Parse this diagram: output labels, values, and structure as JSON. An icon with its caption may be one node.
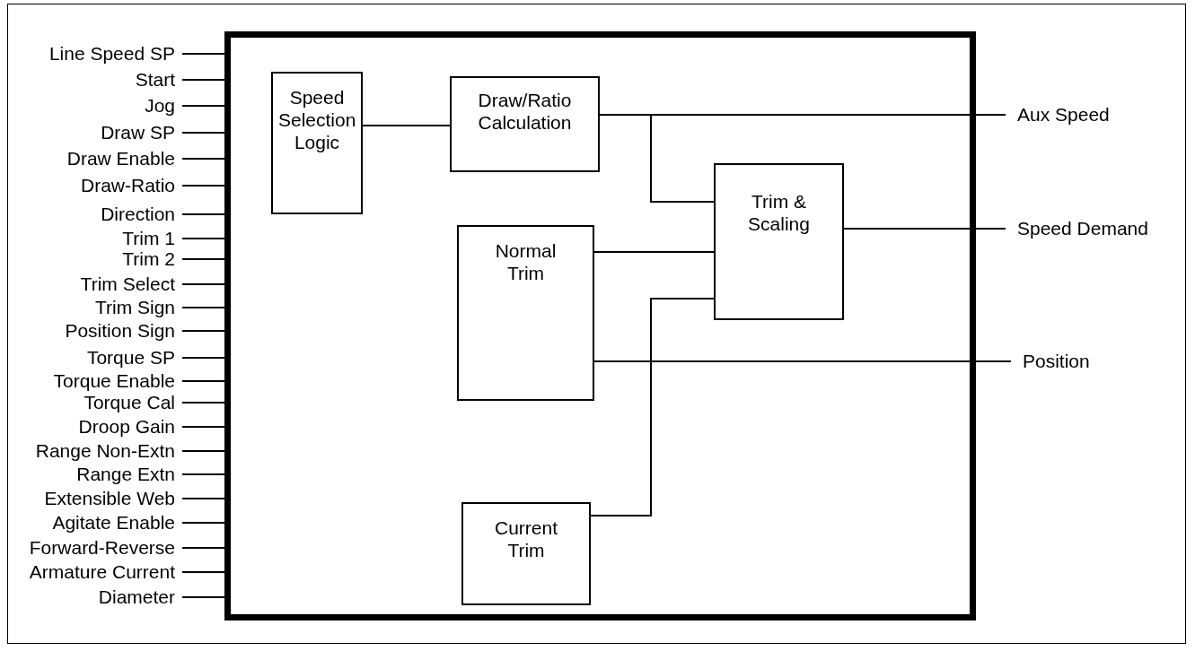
{
  "diagram": {
    "nodes": [
      {
        "text": [
          "Line Speed SP"
        ]
      },
      {
        "text": [
          "Start"
        ]
      },
      {
        "text": [
          "Jog"
        ]
      },
      {
        "text": [
          "Draw SP"
        ]
      },
      {
        "text": [
          "Draw Enable"
        ]
      },
      {
        "text": [
          "Draw-Ratio"
        ]
      },
      {
        "text": [
          "Direction"
        ]
      },
      {
        "text": [
          "Trim 1"
        ]
      },
      {
        "text": [
          "Trim 2"
        ]
      },
      {
        "text": [
          "Trim Select"
        ]
      },
      {
        "text": [
          "Trim Sign"
        ]
      },
      {
        "text": [
          "Position Sign"
        ]
      },
      {
        "text": [
          "Torque SP"
        ]
      },
      {
        "text": [
          "Torque Enable"
        ]
      },
      {
        "text": [
          "Torque Cal"
        ]
      },
      {
        "text": [
          "Droop Gain"
        ]
      },
      {
        "text": [
          "Range Non-Extn"
        ]
      },
      {
        "text": [
          "Range Extn"
        ]
      },
      {
        "text": [
          "Extensible Web"
        ]
      },
      {
        "text": [
          "Agitate Enable"
        ]
      },
      {
        "text": [
          "Forward-Reverse"
        ]
      },
      {
        "text": [
          "Armature Current"
        ]
      },
      {
        "text": [
          "Diameter"
        ]
      },
      {
        "text": [],
        "shape": "box"
      },
      {
        "text": [
          "Speed Selection Logic"
        ],
        "in": 23
      },
      {
        "text": [
          "Draw/Ratio Calculation"
        ],
        "in": 23
      },
      {
        "text": [
          "Trim & Scaling"
        ],
        "in": 23
      },
      {
        "text": [
          "Normal Trim"
        ],
        "in": 23
      },
      {
        "text": [
          "Current Trim"
        ],
        "in": 23
      },
      {
        "text": [
          "Aux Speed"
        ]
      },
      {
        "text": [
          "Speed Demand"
        ]
      },
      {
        "text": [
          "Position"
        ]
      }
    ],
    "edges": [
      {
        "from": 0,
        "to": 23,
        "arrow": "none"
      },
      {
        "from": 1,
        "to": 23,
        "arrow": "none"
      },
      {
        "from": 2,
        "to": 23,
        "arrow": "none"
      },
      {
        "from": 3,
        "to": 23,
        "arrow": "none"
      },
      {
        "from": 4,
        "to": 23,
        "arrow": "none"
      },
      {
        "from": 5,
        "to": 23,
        "arrow": "none"
      },
      {
        "from": 6,
        "to": 23,
        "arrow": "none"
      },
      {
        "from": 7,
        "to": 23,
        "arrow": "none"
      },
      {
        "from": 8,
        "to": 23,
        "arrow": "none"
      },
      {
        "from": 9,
        "to": 23,
        "arrow": "none"
      },
      {
        "from": 10,
        "to": 23,
        "arrow": "none"
      },
      {
        "from": 11,
        "to": 23,
        "arrow": "none"
      },
      {
        "from": 12,
        "to": 23,
        "arrow": "none"
      },
      {
        "from": 13,
        "to": 23,
        "arrow": "none"
      },
      {
        "from": 14,
        "to": 23,
        "arrow": "none"
      },
      {
        "from": 15,
        "to": 23,
        "arrow": "none"
      },
      {
        "from": 16,
        "to": 23,
        "arrow": "none"
      },
      {
        "from": 17,
        "to": 23,
        "arrow": "none"
      },
      {
        "from": 18,
        "to": 23,
        "arrow": "none"
      },
      {
        "from": 19,
        "to": 23,
        "arrow": "none"
      },
      {
        "from": 20,
        "to": 23,
        "arrow": "none"
      },
      {
        "from": 21,
        "to": 23,
        "arrow": "none"
      },
      {
        "from": 22,
        "to": 23,
        "arrow": "none"
      },
      {
        "from": 24,
        "to": 25,
        "arrow": "none"
      },
      {
        "from": 25,
        "to": 29,
        "arrow": "none"
      },
      {
        "from": 25,
        "to": 26,
        "arrow": "none"
      },
      {
        "from": 27,
        "to": 26,
        "arrow": "none"
      },
      {
        "from": 28,
        "to": 26,
        "arrow": "none"
      },
      {
        "from": 26,
        "to": 30,
        "arrow": "none"
      },
      {
        "from": 27,
        "to": 31,
        "arrow": "none"
      }
    ]
  }
}
